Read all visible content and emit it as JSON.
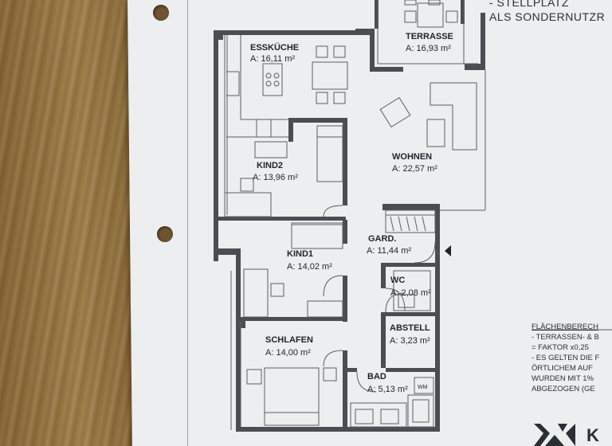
{
  "top_note": [
    "- STELLPLATZ",
    "ALS SONDERNUTZR"
  ],
  "rooms": [
    {
      "name": "ESSKÜCHE",
      "area": "A: 16,11 m²"
    },
    {
      "name": "TERRASSE",
      "area": "A: 16,93 m²"
    },
    {
      "name": "WOHNEN",
      "area": "A: 22,57 m²"
    },
    {
      "name": "KIND2",
      "area": "A: 13,96 m²"
    },
    {
      "name": "GARD.",
      "area": "A: 11,44 m²"
    },
    {
      "name": "KIND1",
      "area": "A: 14,02 m²"
    },
    {
      "name": "WC",
      "area": "A: 2,08 m²"
    },
    {
      "name": "ABSTELL",
      "area": "A: 3,23 m²"
    },
    {
      "name": "SCHLAFEN",
      "area": "A: 14,00 m²"
    },
    {
      "name": "BAD",
      "area": "A: 5,13 m²"
    }
  ],
  "appliance_label": "WM",
  "legend": {
    "heading": "FLÄCHENBERECH",
    "lines": [
      "- TERRASSEN- & B",
      "= FAKTOR x0,25",
      "- ES GELTEN DIE F",
      "ÖRTLICHEM AUF",
      "WURDEN MIT 1%",
      "ABGEZOGEN (GE"
    ]
  },
  "logo_text": "K",
  "colors": {
    "wall": "#4a4d52",
    "paper": "#eceef0",
    "line": "#5a5e64",
    "wood": "#8c6c3c"
  }
}
